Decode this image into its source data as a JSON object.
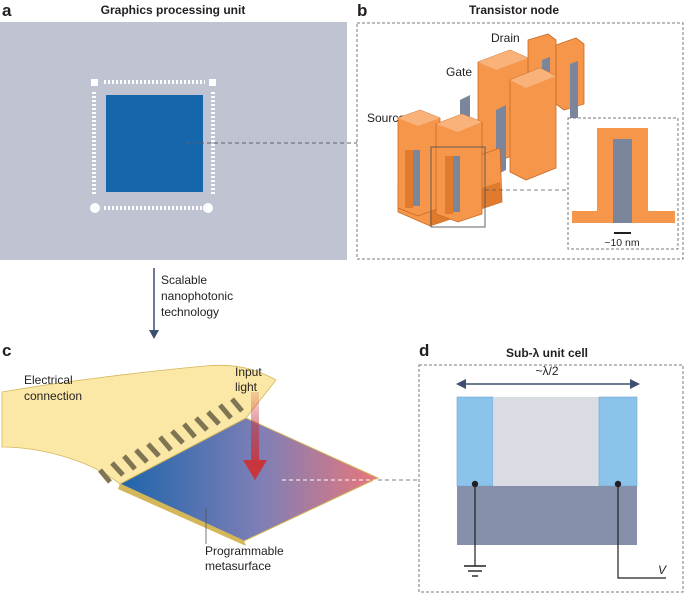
{
  "panel_a": {
    "letter": "a",
    "title": "Graphics processing unit",
    "colors": {
      "board": "#c0c4d2",
      "die": "#1666ac",
      "pads": "#ffffff"
    }
  },
  "panel_b": {
    "letter": "b",
    "title": "Transistor node",
    "labels": {
      "drain": "Drain",
      "gate": "Gate",
      "source": "Source"
    },
    "scale": "~10 nm",
    "colors": {
      "fin": "#f5964b",
      "fin_dark": "#e07a2c",
      "gate": "#7b869c"
    }
  },
  "arrow_caption": [
    "Scalable",
    "nanophotonic",
    "technology"
  ],
  "panel_c": {
    "letter": "c",
    "labels": {
      "electrical": [
        "Electrical",
        "connection"
      ],
      "input": [
        "Input",
        "light"
      ],
      "metasurface": [
        "Programmable",
        "metasurface"
      ]
    },
    "colors": {
      "ribbon": "#fbe8a6",
      "surface_left": "#1f65ab",
      "surface_right": "#e8777b",
      "beam": "#c9353d"
    }
  },
  "panel_d": {
    "letter": "d",
    "title": "Sub-λ unit cell",
    "dimension": "~λ/2",
    "voltage": "V",
    "colors": {
      "electrode": "#8cc3ea",
      "middle": "#d9dde3",
      "substrate": "#8790aa"
    }
  }
}
